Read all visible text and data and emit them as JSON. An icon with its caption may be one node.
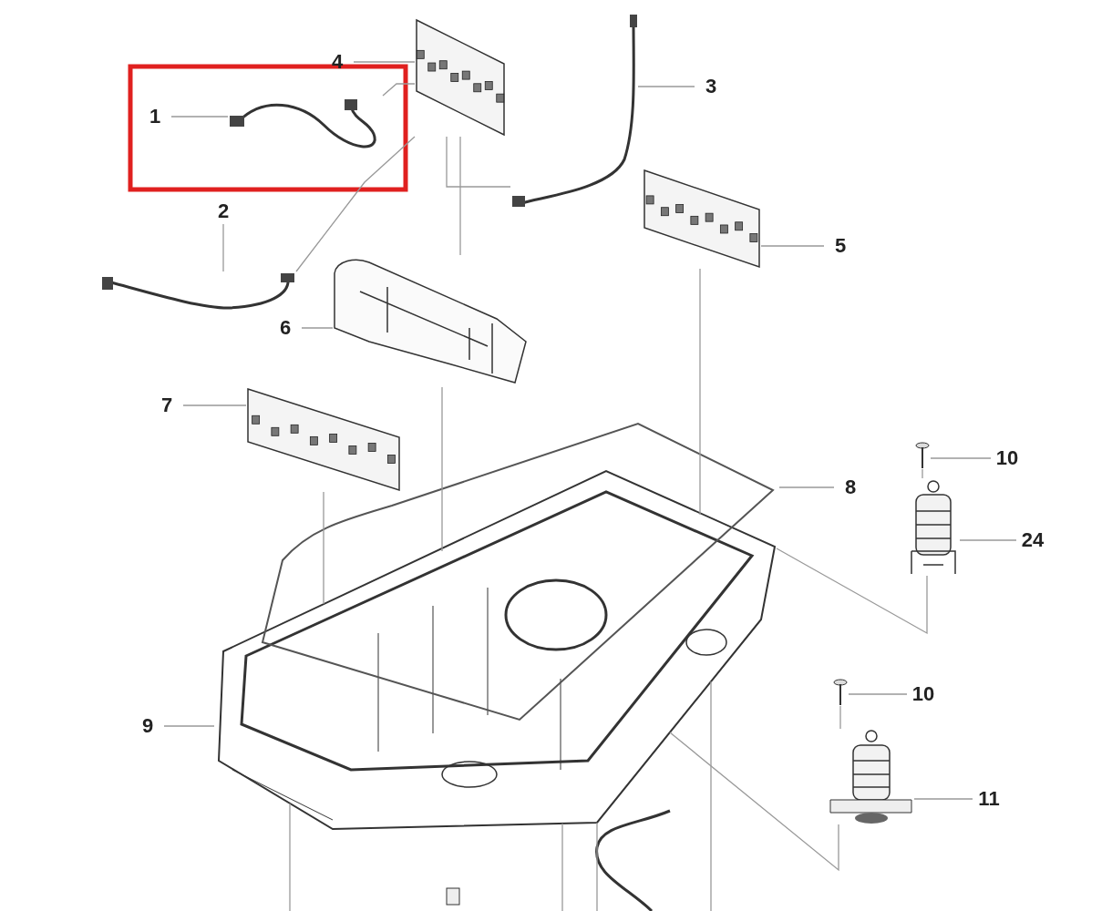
{
  "diagram": {
    "nodes": [
      {
        "text": [
          "1"
        ]
      },
      {
        "text": [],
        "shape": "picture"
      },
      {
        "text": [
          "2"
        ]
      },
      {
        "text": [],
        "shape": "picture"
      },
      {
        "text": [
          "3"
        ]
      },
      {
        "text": [],
        "shape": "picture"
      },
      {
        "text": [
          "4"
        ]
      },
      {
        "text": [],
        "shape": "picture"
      },
      {
        "text": [
          "5"
        ]
      },
      {
        "text": [],
        "shape": "picture"
      },
      {
        "text": [
          "6"
        ]
      },
      {
        "text": [],
        "shape": "picture"
      },
      {
        "text": [
          "7"
        ]
      },
      {
        "text": [],
        "shape": "picture"
      },
      {
        "text": [
          "8"
        ]
      },
      {
        "text": [],
        "shape": "picture"
      },
      {
        "text": [
          "9"
        ]
      },
      {
        "text": [],
        "shape": "picture"
      },
      {
        "text": [
          "10"
        ]
      },
      {
        "text": [],
        "shape": "picture"
      },
      {
        "text": [
          "24"
        ]
      },
      {
        "text": [],
        "shape": "picture"
      },
      {
        "text": [
          "10"
        ]
      },
      {
        "text": [],
        "shape": "picture"
      },
      {
        "text": [
          "11"
        ]
      },
      {
        "text": [],
        "shape": "picture"
      }
    ],
    "edges": [
      {
        "from": 0,
        "to": 1,
        "arrow": "none"
      },
      {
        "from": 2,
        "to": 3,
        "arrow": "none"
      },
      {
        "from": 4,
        "to": 5,
        "arrow": "none"
      },
      {
        "from": 6,
        "to": 7,
        "arrow": "none"
      },
      {
        "from": 8,
        "to": 9,
        "arrow": "none"
      },
      {
        "from": 10,
        "to": 11,
        "arrow": "none"
      },
      {
        "from": 12,
        "to": 13,
        "arrow": "none"
      },
      {
        "from": 14,
        "to": 15,
        "arrow": "none"
      },
      {
        "from": 16,
        "to": 17,
        "arrow": "none"
      },
      {
        "from": 18,
        "to": 19,
        "arrow": "none"
      },
      {
        "from": 20,
        "to": 21,
        "arrow": "none"
      },
      {
        "from": 22,
        "to": 23,
        "arrow": "none"
      },
      {
        "from": 24,
        "to": 25,
        "arrow": "none"
      },
      {
        "from": 1,
        "to": 7,
        "arrow": "none"
      },
      {
        "from": 3,
        "to": 7,
        "arrow": "none"
      },
      {
        "from": 7,
        "to": 5,
        "arrow": "none"
      },
      {
        "from": 7,
        "to": 11,
        "arrow": "none"
      },
      {
        "from": 11,
        "to": 17,
        "arrow": "none"
      },
      {
        "from": 9,
        "to": 17,
        "arrow": "none"
      },
      {
        "from": 13,
        "to": 17,
        "arrow": "none"
      },
      {
        "from": 21,
        "to": 17,
        "arrow": "none"
      },
      {
        "from": 25,
        "to": 17,
        "arrow": "none"
      },
      {
        "from": 19,
        "to": 21,
        "arrow": "none"
      },
      {
        "from": 23,
        "to": 25,
        "arrow": "none"
      },
      {
        "from": 17,
        "to": null,
        "arrow": "none"
      },
      {
        "from": 17,
        "to": null,
        "arrow": "none"
      },
      {
        "from": 17,
        "to": null,
        "arrow": "none"
      },
      {
        "from": 17,
        "to": null,
        "arrow": "none"
      }
    ]
  }
}
